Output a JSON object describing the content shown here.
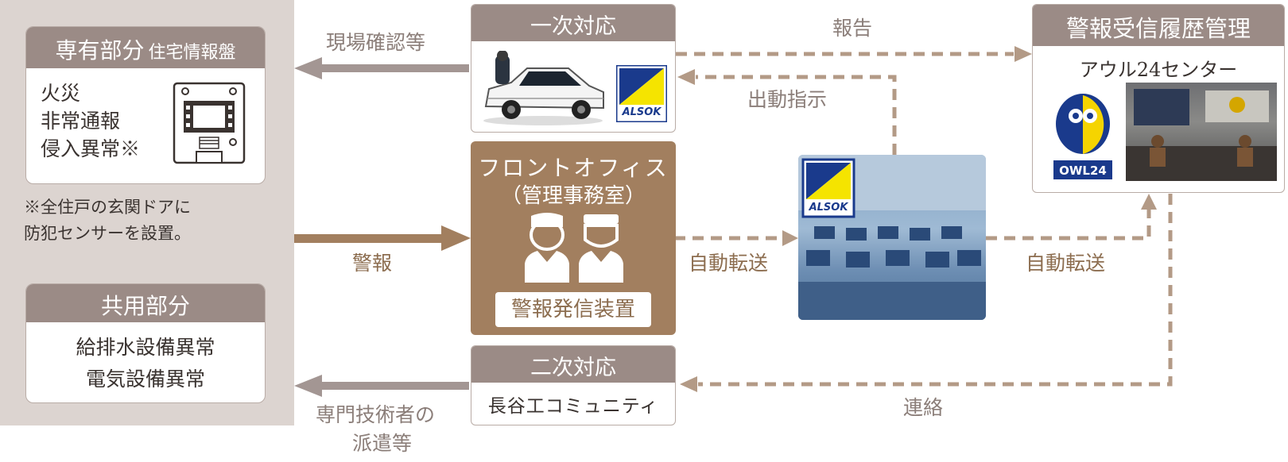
{
  "private_section": {
    "title_main": "専有部分",
    "title_sub": "住宅情報盤",
    "items": [
      "火災",
      "非常通報",
      "侵入異常※"
    ]
  },
  "footnote": [
    "※全住戸の玄関ドアに",
    "防犯センサーを設置。"
  ],
  "common_section": {
    "title": "共用部分",
    "items": [
      "給排水設備異常",
      "電気設備異常"
    ]
  },
  "primary_response": {
    "title": "一次対応"
  },
  "front_office": {
    "title": "フロントオフィス",
    "subtitle": "（管理事務室）",
    "device": "警報発信装置"
  },
  "secondary_response": {
    "title": "二次対応",
    "company": "長谷工コミュニティ"
  },
  "history": {
    "title": "警報受信履歴管理",
    "center": "アウル24センター"
  },
  "owl_logo_text": "OWL24",
  "alsok_logo_text": "ALSOK",
  "labels": {
    "site_check": "現場確認等",
    "alarm": "警報",
    "auto_transfer_1": "自動転送",
    "auto_transfer_2": "自動転送",
    "report": "報告",
    "dispatch": "出動指示",
    "contact": "連絡",
    "dispatch_tech_1": "専門技術者の",
    "dispatch_tech_2": "派遣等"
  },
  "colors": {
    "brown": "#a27f5f",
    "gray_arrow": "#a39693",
    "dashed": "#b39a86",
    "header": "#9b8b86",
    "left_bg": "#dcd4d0"
  }
}
